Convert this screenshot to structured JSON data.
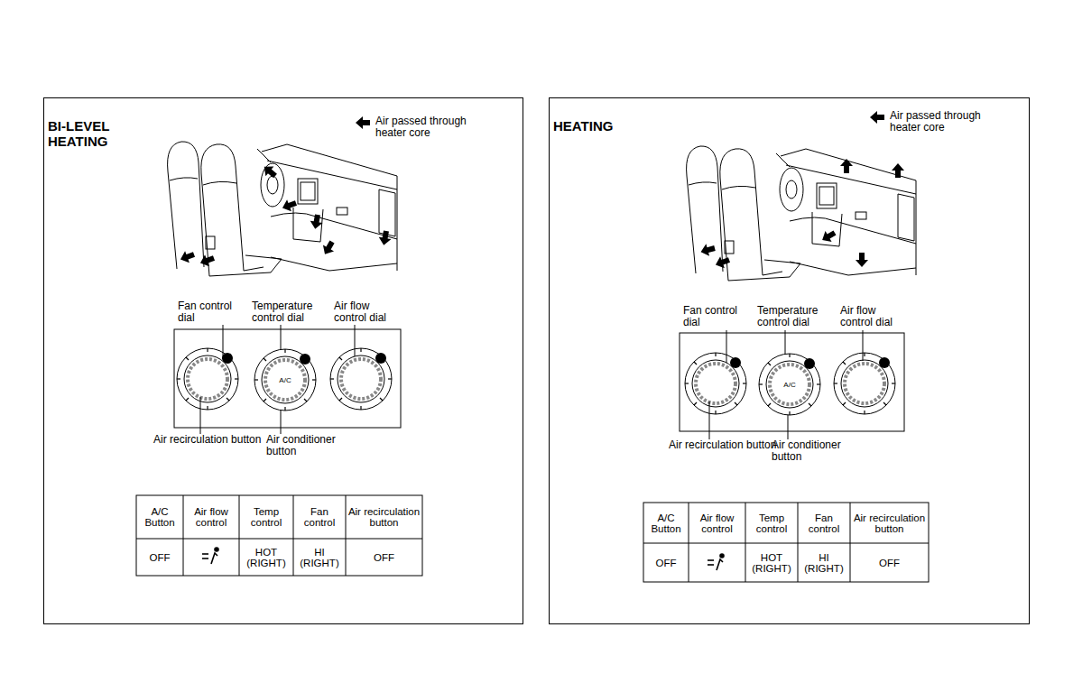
{
  "diagram": {
    "nodes": [
      {
        "text": [
          "BI-LEVEL HEATING"
        ]
      },
      {
        "text": [
          "A/C"
        ],
        "in": 0
      },
      {
        "text": [
          "HEATING"
        ]
      },
      {
        "text": [
          "A/C"
        ],
        "in": 2
      }
    ],
    "labels": [
      "Fan control dial",
      "Temperature control dial",
      "Air flow control dial",
      "Air recirculation button",
      "Air conditioner button",
      "A/C Button",
      "Air flow control",
      "Temp control",
      "Fan control",
      "Air recirculation button",
      "OFF",
      "HOT (RIGHT)",
      "HI (RIGHT)",
      "OFF",
      "Fan control dial",
      "Temperature control dial",
      "Air flow control dial",
      "Air recirculation button",
      "Air conditioner button",
      "A/C Button",
      "Air flow control",
      "Temp control",
      "Fan control",
      "Air recirculation button",
      "OFF",
      "HOT (RIGHT)",
      "HI (RIGHT)",
      "OFF"
    ],
    "legend": [
      {
        "text": "Air passed through heater core"
      },
      {
        "text": "Air passed through heater core"
      }
    ]
  }
}
